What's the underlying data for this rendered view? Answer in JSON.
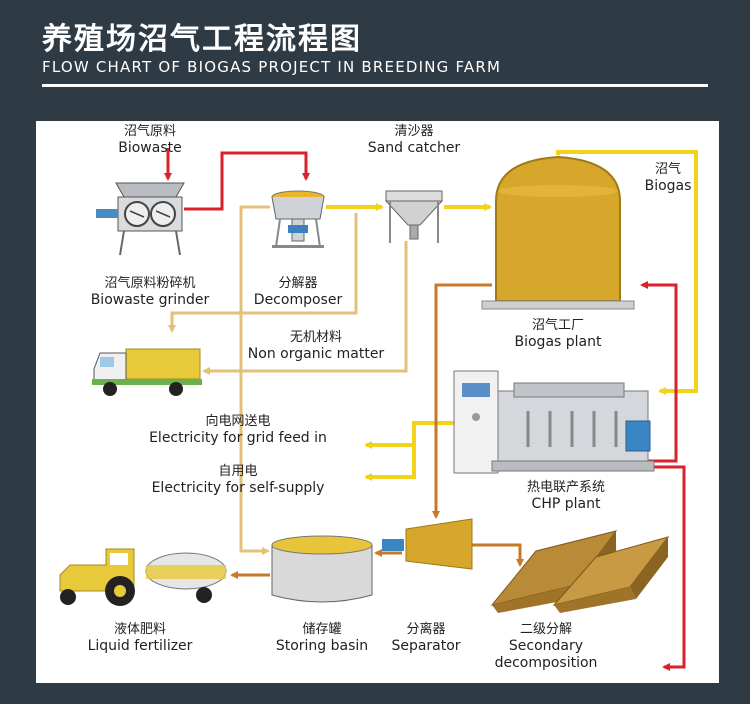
{
  "header": {
    "title": "养殖场沼气工程流程图",
    "subtitle": "FLOW CHART OF BIOGAS PROJECT IN BREEDING FARM"
  },
  "labels": {
    "biowaste": {
      "zh": "沼气原料",
      "en": "Biowaste"
    },
    "sand_catcher": {
      "zh": "清沙器",
      "en": "Sand catcher"
    },
    "biogas": {
      "zh": "沼气",
      "en": "Biogas"
    },
    "biowaste_grinder": {
      "zh": "沼气原料粉碎机",
      "en": "Biowaste grinder"
    },
    "decomposer": {
      "zh": "分解器",
      "en": "Decomposer"
    },
    "non_organic": {
      "zh": "无机材料",
      "en": "Non organic matter"
    },
    "biogas_plant": {
      "zh": "沼气工厂",
      "en": "Biogas plant"
    },
    "grid_feed": {
      "zh": "向电网送电",
      "en": "Electricity for grid feed in"
    },
    "self_supply": {
      "zh": "自用电",
      "en": "Electricity for self-supply"
    },
    "chp_plant": {
      "zh": "热电联产系统",
      "en": "CHP plant"
    },
    "liquid_fertilizer": {
      "zh": "液体肥料",
      "en": "Liquid fertilizer"
    },
    "storing_basin": {
      "zh": "储存罐",
      "en": "Storing basin"
    },
    "separator": {
      "zh": "分离器",
      "en": "Separator"
    },
    "secondary": {
      "zh": "二级分解",
      "en": "Secondary",
      "en2": "decomposition"
    }
  },
  "colors": {
    "background": "#2e3a44",
    "pipe_yellow": "#f2d21a",
    "pipe_red": "#d8222e",
    "pipe_orange": "#c8782a",
    "pipe_tan": "#e4c07a",
    "tank_fill": "#d6a72a"
  }
}
